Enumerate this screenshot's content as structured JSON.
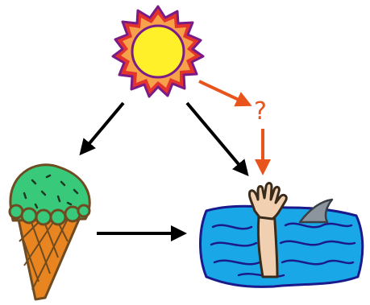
{
  "diagram": {
    "nodes": [
      {
        "id": "sun",
        "label": "",
        "icon": "sun-icon"
      },
      {
        "id": "ice_cream",
        "label": "",
        "icon": "ice-cream-cone-icon"
      },
      {
        "id": "drowning",
        "label": "",
        "icon": "drowning-hand-icon"
      },
      {
        "id": "shark",
        "label": "",
        "icon": "shark-fin-icon"
      }
    ],
    "edges": [
      {
        "from": "sun",
        "to": "ice_cream",
        "style": "solid-black"
      },
      {
        "from": "sun",
        "to": "drowning",
        "style": "solid-black"
      },
      {
        "from": "ice_cream",
        "to": "drowning",
        "style": "solid-black"
      },
      {
        "from": "sun",
        "to": "drowning",
        "style": "orange-questioned",
        "label": "?"
      }
    ],
    "question_mark": "?"
  },
  "colors": {
    "arrow_black": "#000000",
    "arrow_orange": "#e8541c",
    "sun_core": "#fff02a",
    "sun_outline": "#7b1b86",
    "sun_rays_light": "#f7a24a",
    "sun_rays_dark": "#e4332c",
    "ice_cream_scoop": "#38c97a",
    "ice_cream_cone": "#e98520",
    "ice_cream_outline": "#6e4b20",
    "water": "#19a7e8",
    "water_outline": "#1a1a8c",
    "skin": "#f1d0b2",
    "shark_fin": "#8c959e"
  }
}
